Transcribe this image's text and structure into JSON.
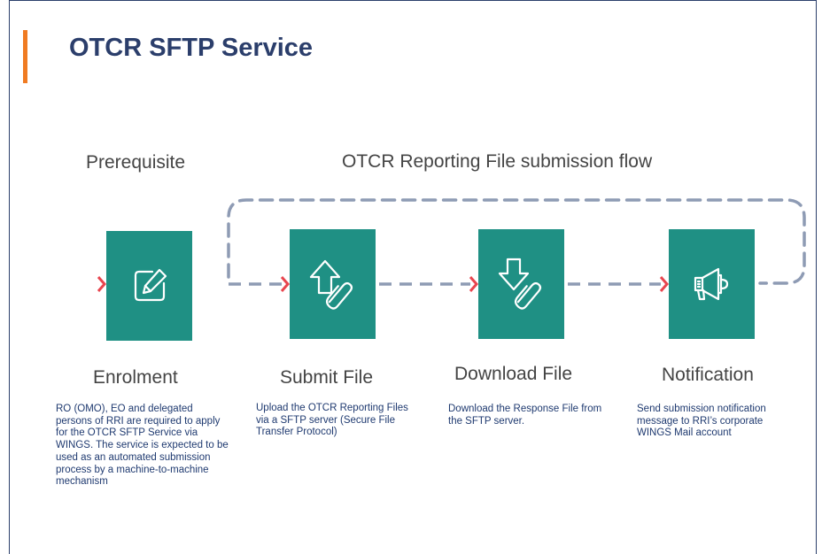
{
  "header": {
    "title": "OTCR SFTP Service"
  },
  "sections": {
    "prerequisite": "Prerequisite",
    "flow": "OTCR Reporting File submission flow"
  },
  "colors": {
    "accent": "#f07b22",
    "box": "#1f9084",
    "arrow": "#e8454e",
    "dash": "#8e9bb4",
    "title": "#2b3e6b"
  },
  "steps": [
    {
      "icon": "edit-icon",
      "title": "Enrolment",
      "description": "RO (OMO), EO and delegated persons of RRI are required to apply for the OTCR SFTP Service via WINGS. The service is expected to be used as an automated submission process by a machine-to-machine mechanism"
    },
    {
      "icon": "upload-attachment-icon",
      "title": "Submit File",
      "description": "Upload the OTCR Reporting Files via a SFTP server (Secure File Transfer Protocol)"
    },
    {
      "icon": "download-attachment-icon",
      "title": "Download File",
      "description": "Download the Response File from the SFTP server."
    },
    {
      "icon": "megaphone-icon",
      "title": "Notification",
      "description": "Send submission notification message to RRI’s corporate WINGS Mail account"
    }
  ]
}
